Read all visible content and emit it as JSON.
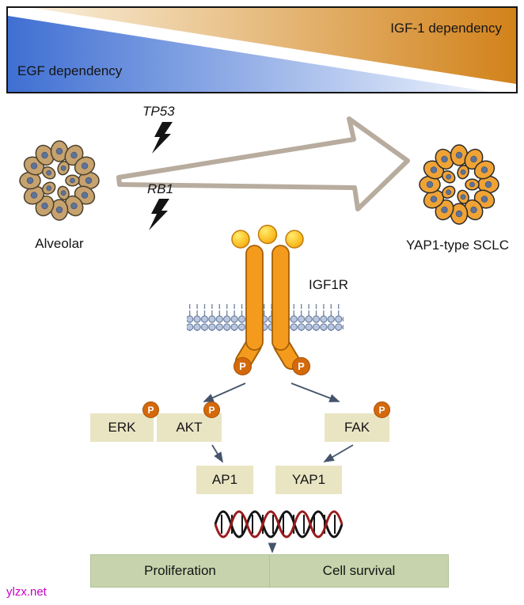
{
  "banner": {
    "igf_label": "IGF-1 dependency",
    "egf_label": "EGF dependency"
  },
  "transformation": {
    "left_cell_label": "Alveolar",
    "right_cell_label": "YAP1-type SCLC",
    "mutation_top": "TP53",
    "mutation_bottom": "RB1"
  },
  "receptor": {
    "label": "IGF1R",
    "phospho": "P"
  },
  "pathway": {
    "kinases": [
      {
        "label": "ERK",
        "phospho": "P"
      },
      {
        "label": "AKT",
        "phospho": "P"
      },
      {
        "label": "FAK",
        "phospho": "P"
      }
    ],
    "effectors": [
      {
        "label": "AP1"
      },
      {
        "label": "YAP1"
      }
    ],
    "outcomes": [
      {
        "label": "Proliferation"
      },
      {
        "label": "Cell survival"
      }
    ]
  },
  "watermark": "ylzx.net",
  "colors": {
    "banner_blue": "#3f6fd3",
    "banner_orange": "#d2821a",
    "alveolar_cell": "#c6a26e",
    "sclc_cell": "#f0a335",
    "nucleus": "#5f7398",
    "receptor_orange": "#f49b1d",
    "phospho_badge": "#d4690c",
    "node_fill": "#e9e5c3",
    "outcome_fill": "#c6d3ac",
    "transformation_arrow": "#b7ac9e",
    "connector": "#44546a",
    "dna_red": "#9b1b1b",
    "watermark": "#c400c4"
  }
}
